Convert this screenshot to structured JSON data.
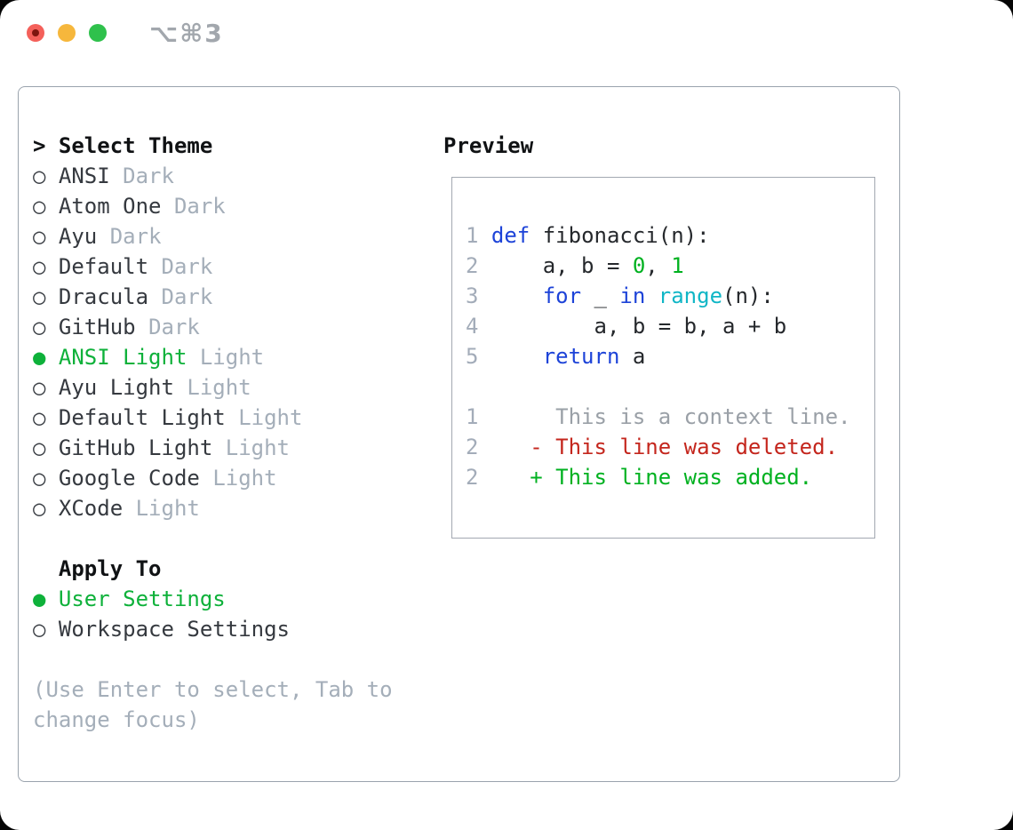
{
  "window": {
    "title": "⌥⌘3",
    "traffic_lights": [
      "close",
      "minimize",
      "zoom"
    ]
  },
  "colors": {
    "keyword_blue": "#1d43d8",
    "function_cyan": "#10b6c6",
    "literal_green": "#00b120",
    "deleted_red": "#c4261d",
    "added_green": "#00b120",
    "selected_green": "#0eb13a",
    "muted_gray": "#a4aeb9",
    "context_gray": "#9aa0a7",
    "text_dark": "#35393f",
    "heading_black": "#101214",
    "border_gray": "#9aa3ad",
    "traffic_red": "#f4605a",
    "traffic_yellow": "#f6b73c",
    "traffic_green": "#2fc14c",
    "title_gray": "#a2a7ad"
  },
  "theme_selector": {
    "prompt": "> ",
    "header": "Select Theme",
    "marker_selected": "●",
    "marker_unselected": "○",
    "themes": [
      {
        "name": "ANSI",
        "variant": "Dark",
        "selected": false
      },
      {
        "name": "Atom One",
        "variant": "Dark",
        "selected": false
      },
      {
        "name": "Ayu",
        "variant": "Dark",
        "selected": false
      },
      {
        "name": "Default",
        "variant": "Dark",
        "selected": false
      },
      {
        "name": "Dracula",
        "variant": "Dark",
        "selected": false
      },
      {
        "name": "GitHub",
        "variant": "Dark",
        "selected": false
      },
      {
        "name": "ANSI Light",
        "variant": "Light",
        "selected": true
      },
      {
        "name": "Ayu Light",
        "variant": "Light",
        "selected": false
      },
      {
        "name": "Default Light",
        "variant": "Light",
        "selected": false
      },
      {
        "name": "GitHub Light",
        "variant": "Light",
        "selected": false
      },
      {
        "name": "Google Code",
        "variant": "Light",
        "selected": false
      },
      {
        "name": "XCode",
        "variant": "Light",
        "selected": false
      }
    ],
    "apply_to": {
      "header": "Apply To",
      "options": [
        {
          "label": "User Settings",
          "selected": true
        },
        {
          "label": "Workspace Settings",
          "selected": false
        }
      ]
    },
    "help_lines": [
      "(Use Enter to select, Tab to",
      "change focus)"
    ]
  },
  "preview": {
    "title": "Preview",
    "code_lines": [
      [
        [
          "n",
          "1 "
        ],
        [
          "k",
          "def"
        ],
        [
          "p",
          " fibonacci(n):"
        ]
      ],
      [
        [
          "n",
          "2"
        ],
        [
          "p",
          "     a, b = "
        ],
        [
          "g",
          "0"
        ],
        [
          "p",
          ", "
        ],
        [
          "g",
          "1"
        ]
      ],
      [
        [
          "n",
          "3"
        ],
        [
          "p",
          "     "
        ],
        [
          "k",
          "for"
        ],
        [
          "p",
          " _ "
        ],
        [
          "k",
          "in"
        ],
        [
          "p",
          " "
        ],
        [
          "f",
          "range"
        ],
        [
          "p",
          "(n):"
        ]
      ],
      [
        [
          "n",
          "4"
        ],
        [
          "p",
          "         a, b = b, a + b"
        ]
      ],
      [
        [
          "n",
          "5"
        ],
        [
          "p",
          "     "
        ],
        [
          "k",
          "return"
        ],
        [
          "p",
          " a"
        ]
      ],
      [],
      [
        [
          "n",
          "1"
        ],
        [
          "c",
          "      This is a context line."
        ]
      ],
      [
        [
          "n",
          "2"
        ],
        [
          "p",
          "    "
        ],
        [
          "d",
          "- This line was deleted."
        ]
      ],
      [
        [
          "n",
          "2"
        ],
        [
          "p",
          "    "
        ],
        [
          "a",
          "+ This line was added."
        ]
      ]
    ]
  }
}
